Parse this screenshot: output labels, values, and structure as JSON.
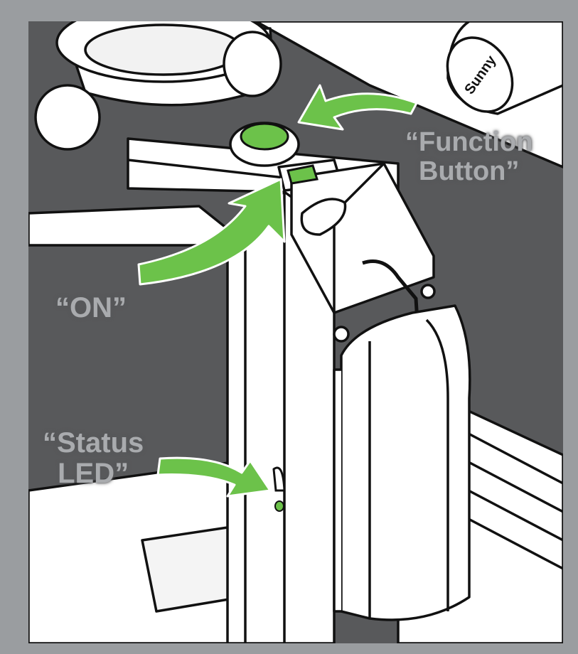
{
  "labels": {
    "function_button_line1": "“Function",
    "function_button_line2": "Button”",
    "on": "“ON”",
    "status_led_line1": "“Status",
    "status_led_line2": "LED”",
    "brand_mark": "Sunny"
  },
  "colors": {
    "background_outer": "#9a9da0",
    "background_panel": "#58595b",
    "device_body": "#ffffff",
    "outline": "#111111",
    "accent_green": "#6cc24a",
    "label_text": "#a9abae"
  },
  "icons": [
    "arrow-to-function-button-icon",
    "arrow-to-on-switch-icon",
    "arrow-to-status-led-icon"
  ]
}
